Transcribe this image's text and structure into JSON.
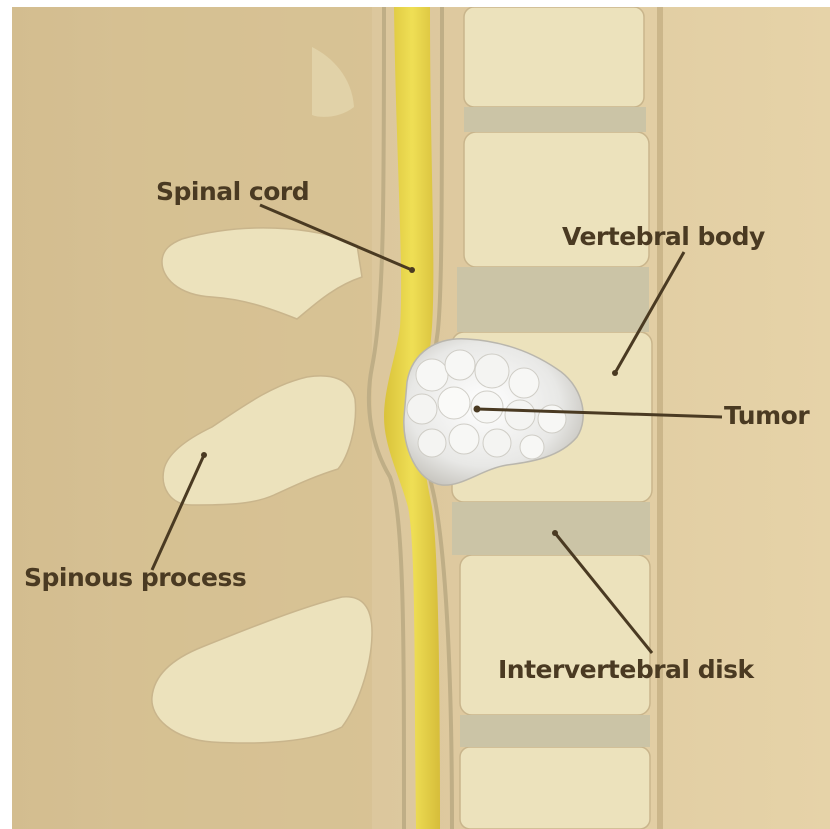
{
  "labels": {
    "spinal_cord": "Spinal cord",
    "vertebral_body": "Vertebral body",
    "tumor": "Tumor",
    "spinous_process": "Spinous process",
    "intervertebral_disk": "Intervertebral disk"
  },
  "colors": {
    "background": "#dcc79a",
    "bone": "#ece2bc",
    "disk": "#c9c2a4",
    "spinal_cord": "#e6d33e",
    "tumor": "#ececec",
    "label_text": "#4a3a22",
    "leader_line": "#4a3a22"
  }
}
